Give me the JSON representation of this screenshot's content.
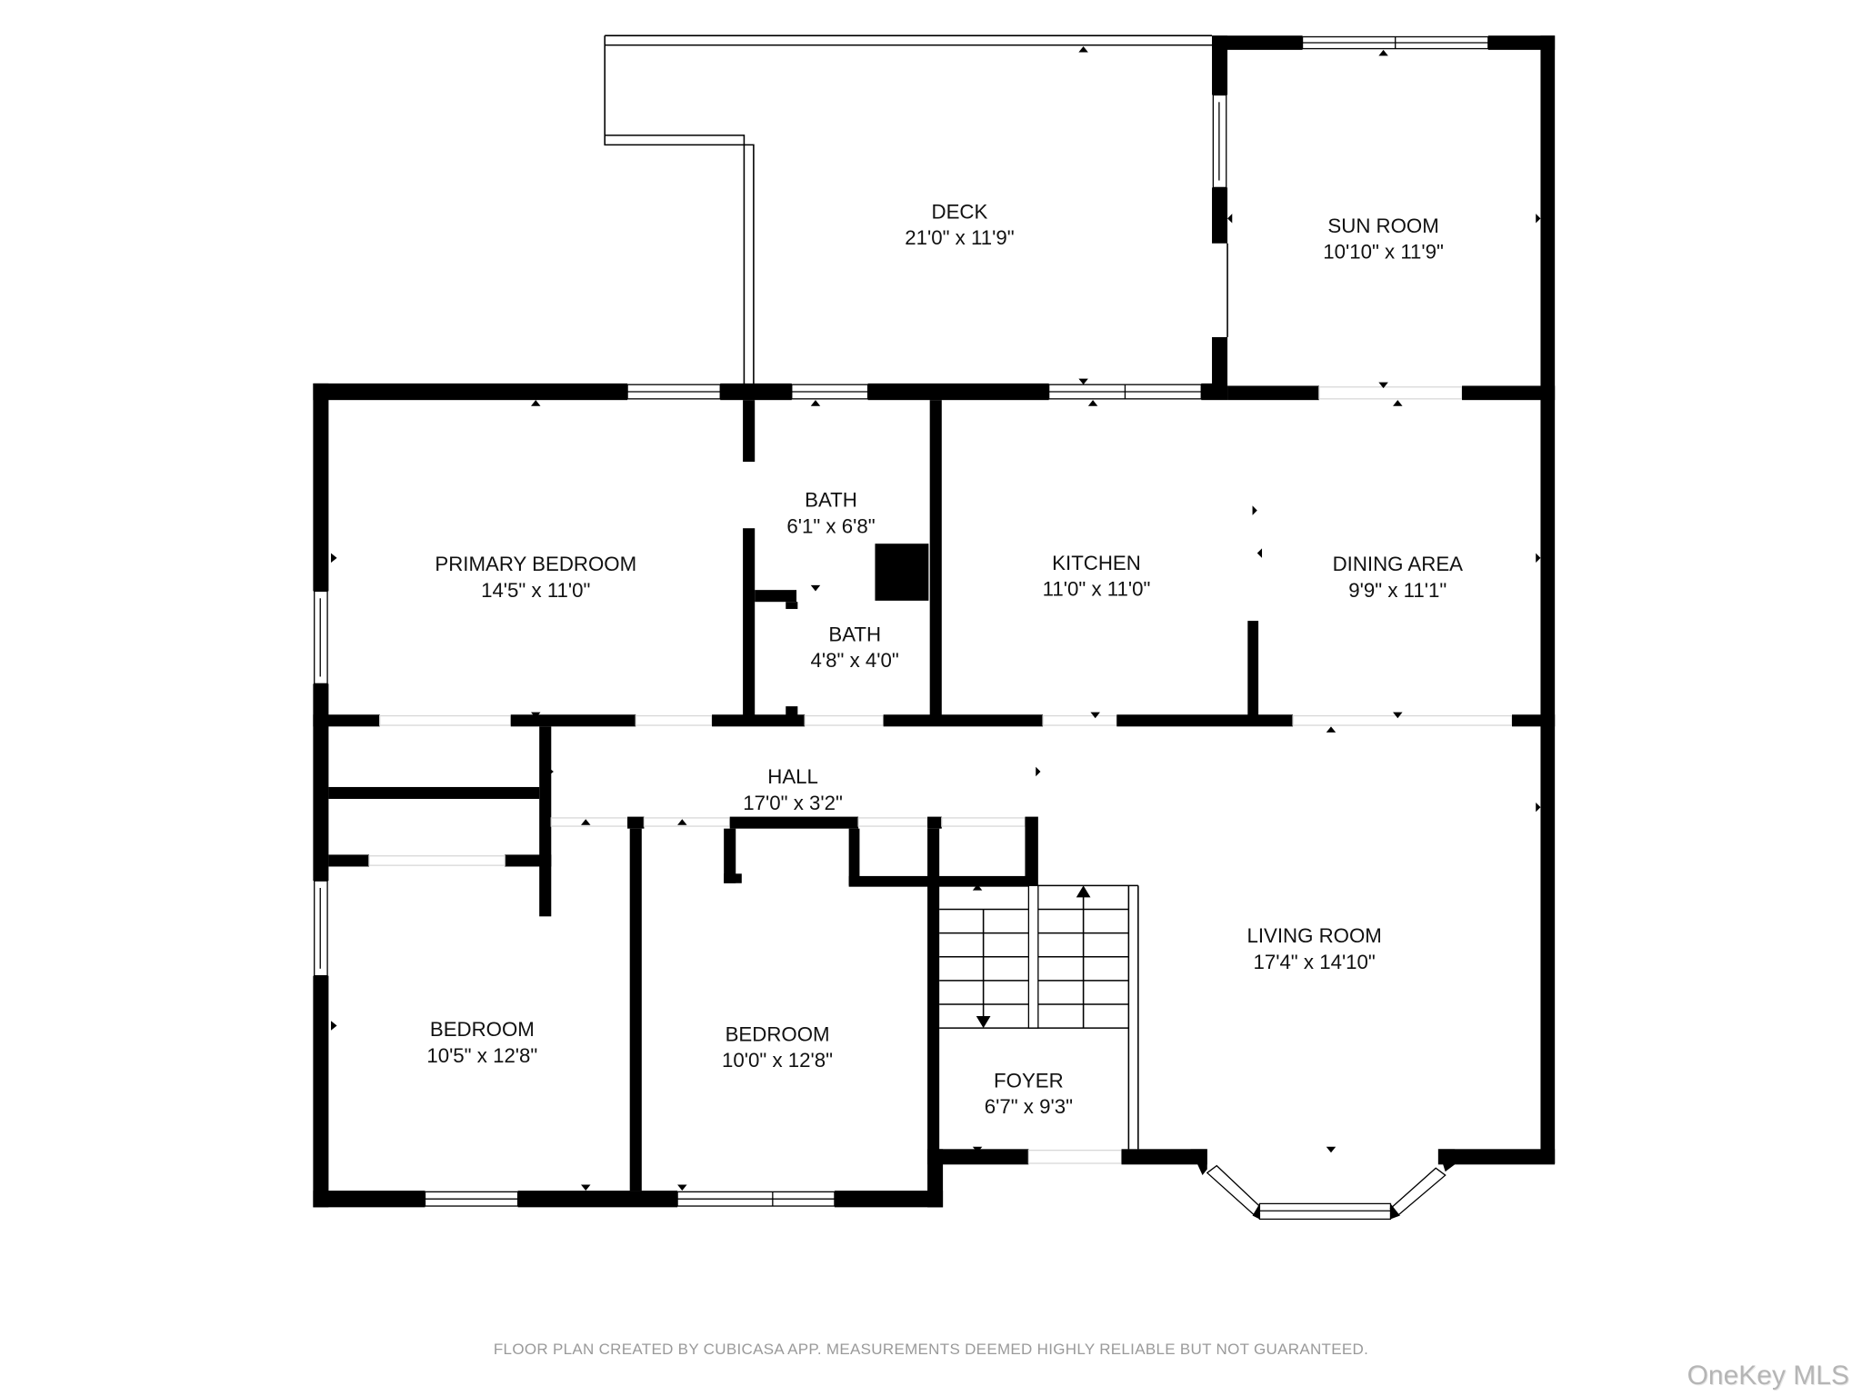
{
  "floor_plan": {
    "rooms": [
      {
        "id": "deck",
        "name": "DECK",
        "dims": "21'0\" x 11'9\""
      },
      {
        "id": "sun_room",
        "name": "SUN ROOM",
        "dims": "10'10\" x 11'9\""
      },
      {
        "id": "primary_bedroom",
        "name": "PRIMARY BEDROOM",
        "dims": "14'5\" x 11'0\""
      },
      {
        "id": "bath_1",
        "name": "BATH",
        "dims": "6'1\" x 6'8\""
      },
      {
        "id": "bath_2",
        "name": "BATH",
        "dims": "4'8\" x 4'0\""
      },
      {
        "id": "kitchen",
        "name": "KITCHEN",
        "dims": "11'0\" x 11'0\""
      },
      {
        "id": "dining_area",
        "name": "DINING AREA",
        "dims": "9'9\" x 11'1\""
      },
      {
        "id": "hall",
        "name": "HALL",
        "dims": "17'0\" x 3'2\""
      },
      {
        "id": "living_room",
        "name": "LIVING ROOM",
        "dims": "17'4\" x 14'10\""
      },
      {
        "id": "bedroom_1",
        "name": "BEDROOM",
        "dims": "10'5\" x 12'8\""
      },
      {
        "id": "bedroom_2",
        "name": "BEDROOM",
        "dims": "10'0\" x 12'8\""
      },
      {
        "id": "foyer",
        "name": "FOYER",
        "dims": "6'7\" x 9'3\""
      }
    ]
  },
  "footer": {
    "disclaimer": "FLOOR PLAN CREATED BY CUBICASA APP. MEASUREMENTS DEEMED HIGHLY RELIABLE BUT NOT GUARANTEED."
  },
  "watermark": {
    "text": "OneKey MLS"
  },
  "colors": {
    "wall": "#000000",
    "background": "#ffffff",
    "footer_text": "#9a9a9a",
    "watermark_text": "#b5b5b5"
  }
}
